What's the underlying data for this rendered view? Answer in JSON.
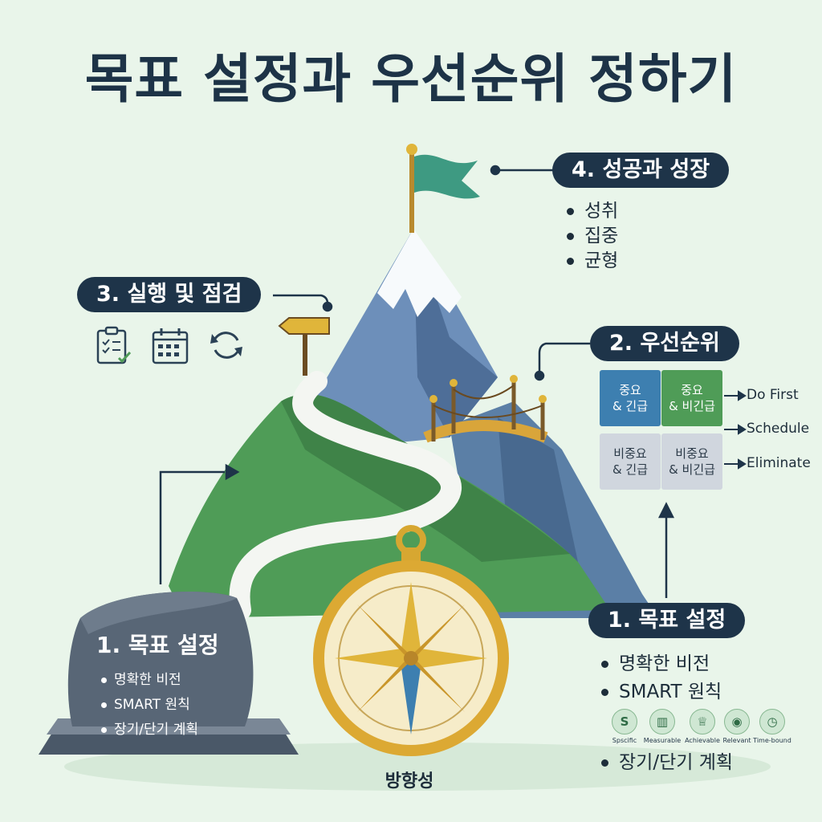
{
  "title": "목표 설정과 우선순위 정하기",
  "step4": {
    "label": "4. 성공과 성장",
    "bullets": [
      "성취",
      "집중",
      "균형"
    ]
  },
  "step3": {
    "label": "3. 실행 및 점검",
    "icons": [
      "checklist-icon",
      "calendar-icon",
      "refresh-icon"
    ]
  },
  "step2": {
    "label": "2. 우선순위",
    "quadrants": [
      {
        "text": "중요\n& 긴급",
        "color": "#3d7fb0"
      },
      {
        "text": "중요\n& 비긴급",
        "color": "#4f9c57"
      },
      {
        "text": "비중요\n& 긴급",
        "color": "#d0d6de"
      },
      {
        "text": "비중요\n& 비긴급",
        "color": "#d0d6de"
      }
    ],
    "actions": [
      "Do First",
      "Schedule",
      "Eliminate"
    ]
  },
  "step1_rock": {
    "label": "1. 목표 설정",
    "bullets": [
      "명확한 비전",
      "SMART 원칙",
      "장기/단기 계획"
    ]
  },
  "step1_right": {
    "label": "1. 목표 설정",
    "bullets": [
      "명확한 비전",
      "SMART 원칙",
      "장기/단기 계획"
    ],
    "smart": [
      {
        "icon": "S",
        "name": "Spscific"
      },
      {
        "icon": "▥",
        "name": "Measurable"
      },
      {
        "icon": "♕",
        "name": "Achievable"
      },
      {
        "icon": "◉",
        "name": "Relevant"
      },
      {
        "icon": "◷",
        "name": "Time-bound"
      }
    ]
  },
  "compass": {
    "label": "방향성"
  },
  "colors": {
    "navy": "#1e3449",
    "green": "#4f9c57",
    "blue": "#3d7fb0",
    "gold": "#e0b53a",
    "background": "#e9f5ea"
  }
}
